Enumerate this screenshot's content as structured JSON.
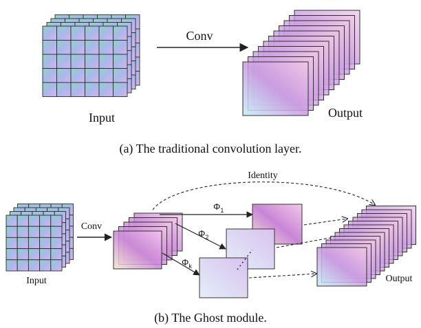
{
  "panel_a": {
    "caption": "(a) The traditional convolution layer.",
    "input_label": "Input",
    "output_label": "Output",
    "op_label": "Conv"
  },
  "panel_b": {
    "caption": "(b) The Ghost module.",
    "input_label": "Input",
    "output_label": "Output",
    "conv_label": "Conv",
    "identity_label": "Identity",
    "phi_symbol": "Φ",
    "phi_subscripts": [
      "1",
      "2",
      "k"
    ]
  },
  "colors": {
    "stroke": "#222222",
    "grid_teal": "#7fc7c0",
    "grid_violet": "#b9a7e8",
    "map_pink": "#d9a3d8",
    "map_blue": "#bfe6f2",
    "map_magenta": "#c07ad3"
  }
}
